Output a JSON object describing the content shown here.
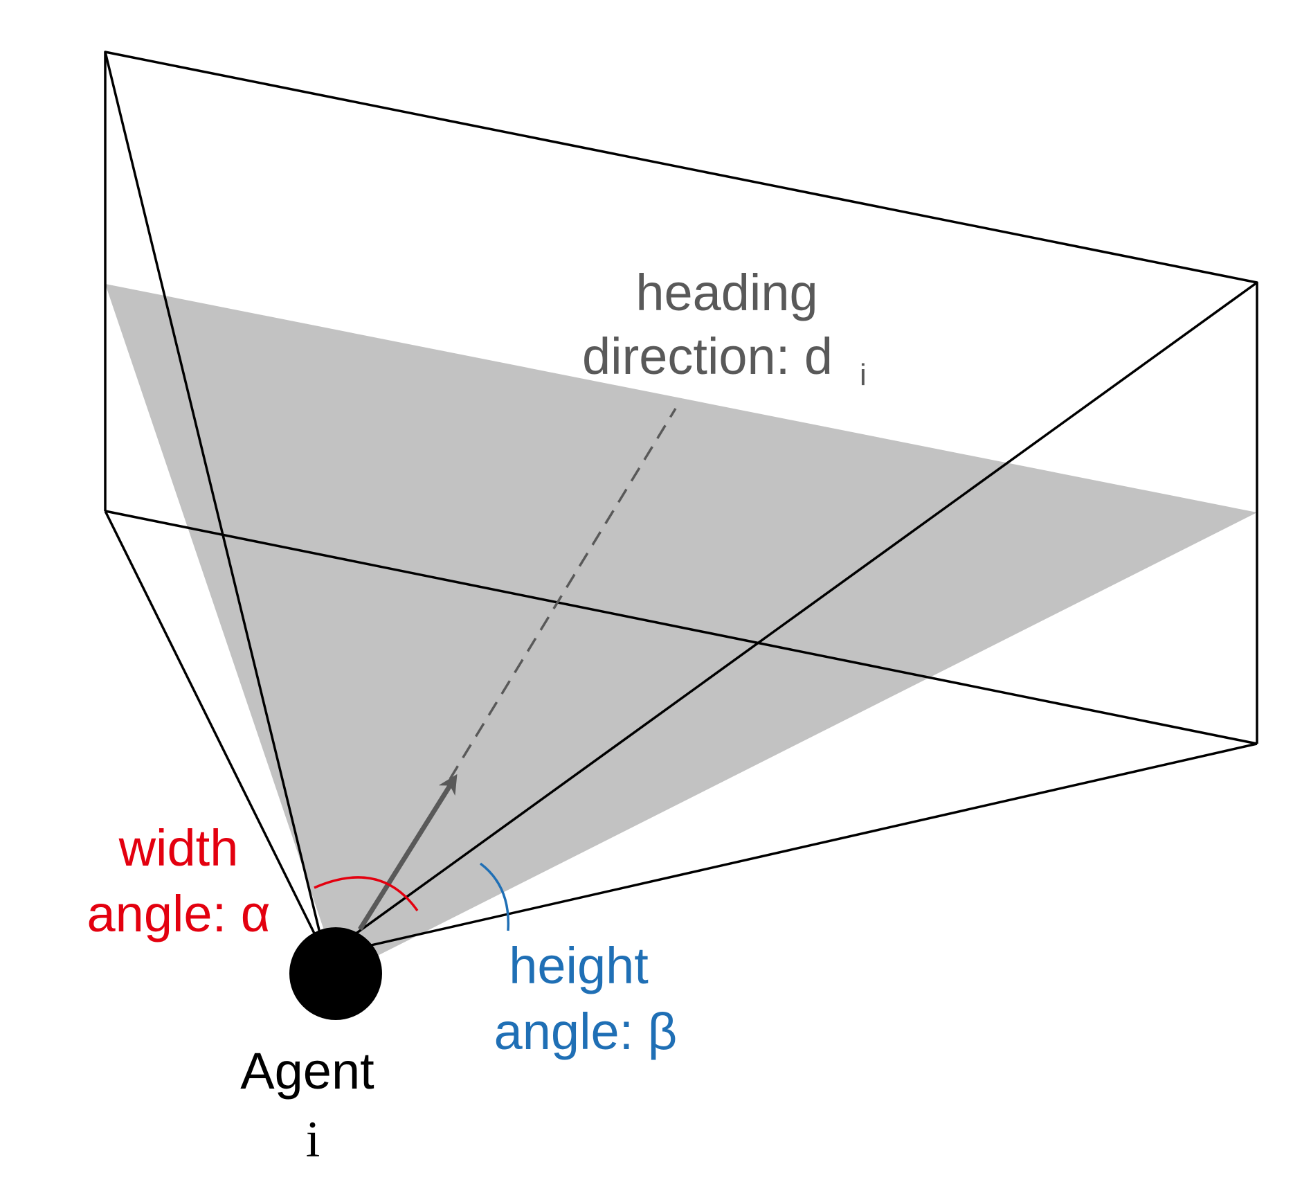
{
  "diagram": {
    "labels": {
      "heading_line1": "heading",
      "heading_line2": "direction: d",
      "heading_subscript": "i",
      "width_line1": "width",
      "width_line2": "angle: α",
      "height_line1": "height",
      "height_line2": "angle: β",
      "agent_line1": "Agent",
      "agent_line2": "i"
    },
    "colors": {
      "frame": "#000000",
      "field_of_view_plane": "#c2c2c2",
      "heading": "#595959",
      "width_angle": "#e3000f",
      "height_angle": "#1f6fb5",
      "agent": "#000000"
    }
  }
}
